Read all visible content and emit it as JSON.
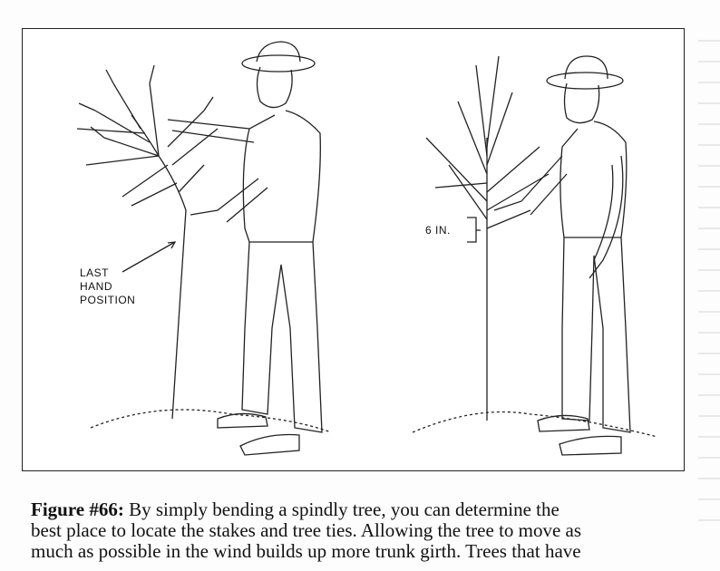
{
  "figure": {
    "labels": {
      "last_hand_position": [
        "LAST",
        "HAND",
        "POSITION"
      ],
      "six_inches": "6 IN."
    }
  },
  "caption": {
    "prefix": "Figure #66:",
    "lines": [
      " By simply bending a spindly tree, you can determine the",
      "best place to locate the stakes and tree ties. Allowing the tree to move as",
      "much as possible in the wind builds up more trunk girth. Trees that have"
    ]
  }
}
